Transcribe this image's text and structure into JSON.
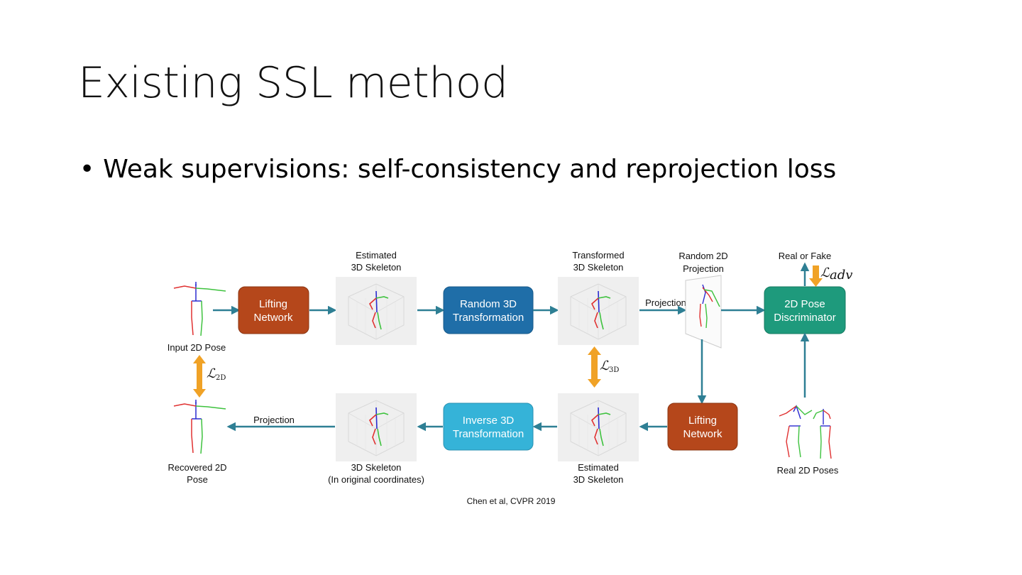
{
  "slide": {
    "title": "Existing SSL method",
    "bullet": "Weak supervisions:  self-consistency and reprojection loss"
  },
  "diagram": {
    "boxes": {
      "lifting_top": [
        "Lifting",
        "Network"
      ],
      "random_3d": [
        "Random 3D",
        "Transformation"
      ],
      "discriminator": [
        "2D Pose",
        "Discriminator"
      ],
      "inverse_3d": [
        "Inverse 3D",
        "Transformation"
      ],
      "lifting_bottom": [
        "Lifting",
        "Network"
      ]
    },
    "labels": {
      "input_2d_pose": "Input 2D Pose",
      "estimated_3d_top": [
        "Estimated",
        "3D Skeleton"
      ],
      "transformed_3d": [
        "Transformed",
        "3D Skeleton"
      ],
      "random_2d_projection": [
        "Random 2D",
        "Projection"
      ],
      "real_or_fake": "Real or Fake",
      "projection_top": "Projection",
      "projection_bottom": "Projection",
      "recovered_2d_pose": [
        "Recovered 2D",
        "Pose"
      ],
      "skeleton_original": [
        "3D Skeleton",
        "(In original coordinates)"
      ],
      "estimated_3d_bottom": [
        "Estimated",
        "3D Skeleton"
      ],
      "real_2d_poses": "Real 2D Poses"
    },
    "losses": {
      "l2d": {
        "symbol": "ℒ",
        "sub": "2D"
      },
      "l3d": {
        "symbol": "ℒ",
        "sub": "3D"
      },
      "ladv": {
        "symbol": "ℒ",
        "sub": "adv"
      }
    },
    "citation": "Chen et al, CVPR 2019",
    "colors": {
      "lifting": "#b5471b",
      "random_3d": "#1f6ea8",
      "discriminator": "#1e9a7c",
      "inverse_3d": "#35b3d8",
      "arrow": "#2e7f94",
      "loss_arrow": "#f0a226",
      "skeleton_red": "#e03030",
      "skeleton_green": "#3ec23e",
      "skeleton_blue": "#2a2ad0"
    }
  }
}
